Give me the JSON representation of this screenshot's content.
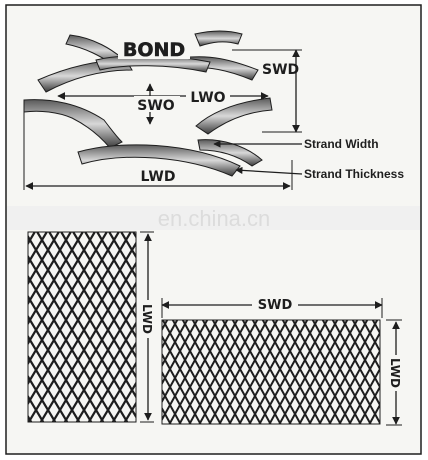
{
  "colors": {
    "ink": "#1e1e1e",
    "paper": "#f6f6f3",
    "band": "#eeeeee",
    "watermark": "#dcdcdc"
  },
  "top_diagram": {
    "bond_label": "BOND",
    "swd_label": "SWD",
    "swo_label": "SWO",
    "lwo_label": "LWO",
    "lwd_label": "LWD",
    "strand_width_label": "Strand Width",
    "strand_thickness_label": "Strand Thickness"
  },
  "watermark": {
    "text": "en.china.cn"
  },
  "bottom_diagram": {
    "left_panel": {
      "lwd_label": "LWD"
    },
    "right_panel": {
      "swd_label": "SWD",
      "lwd_label": "LWD"
    }
  }
}
